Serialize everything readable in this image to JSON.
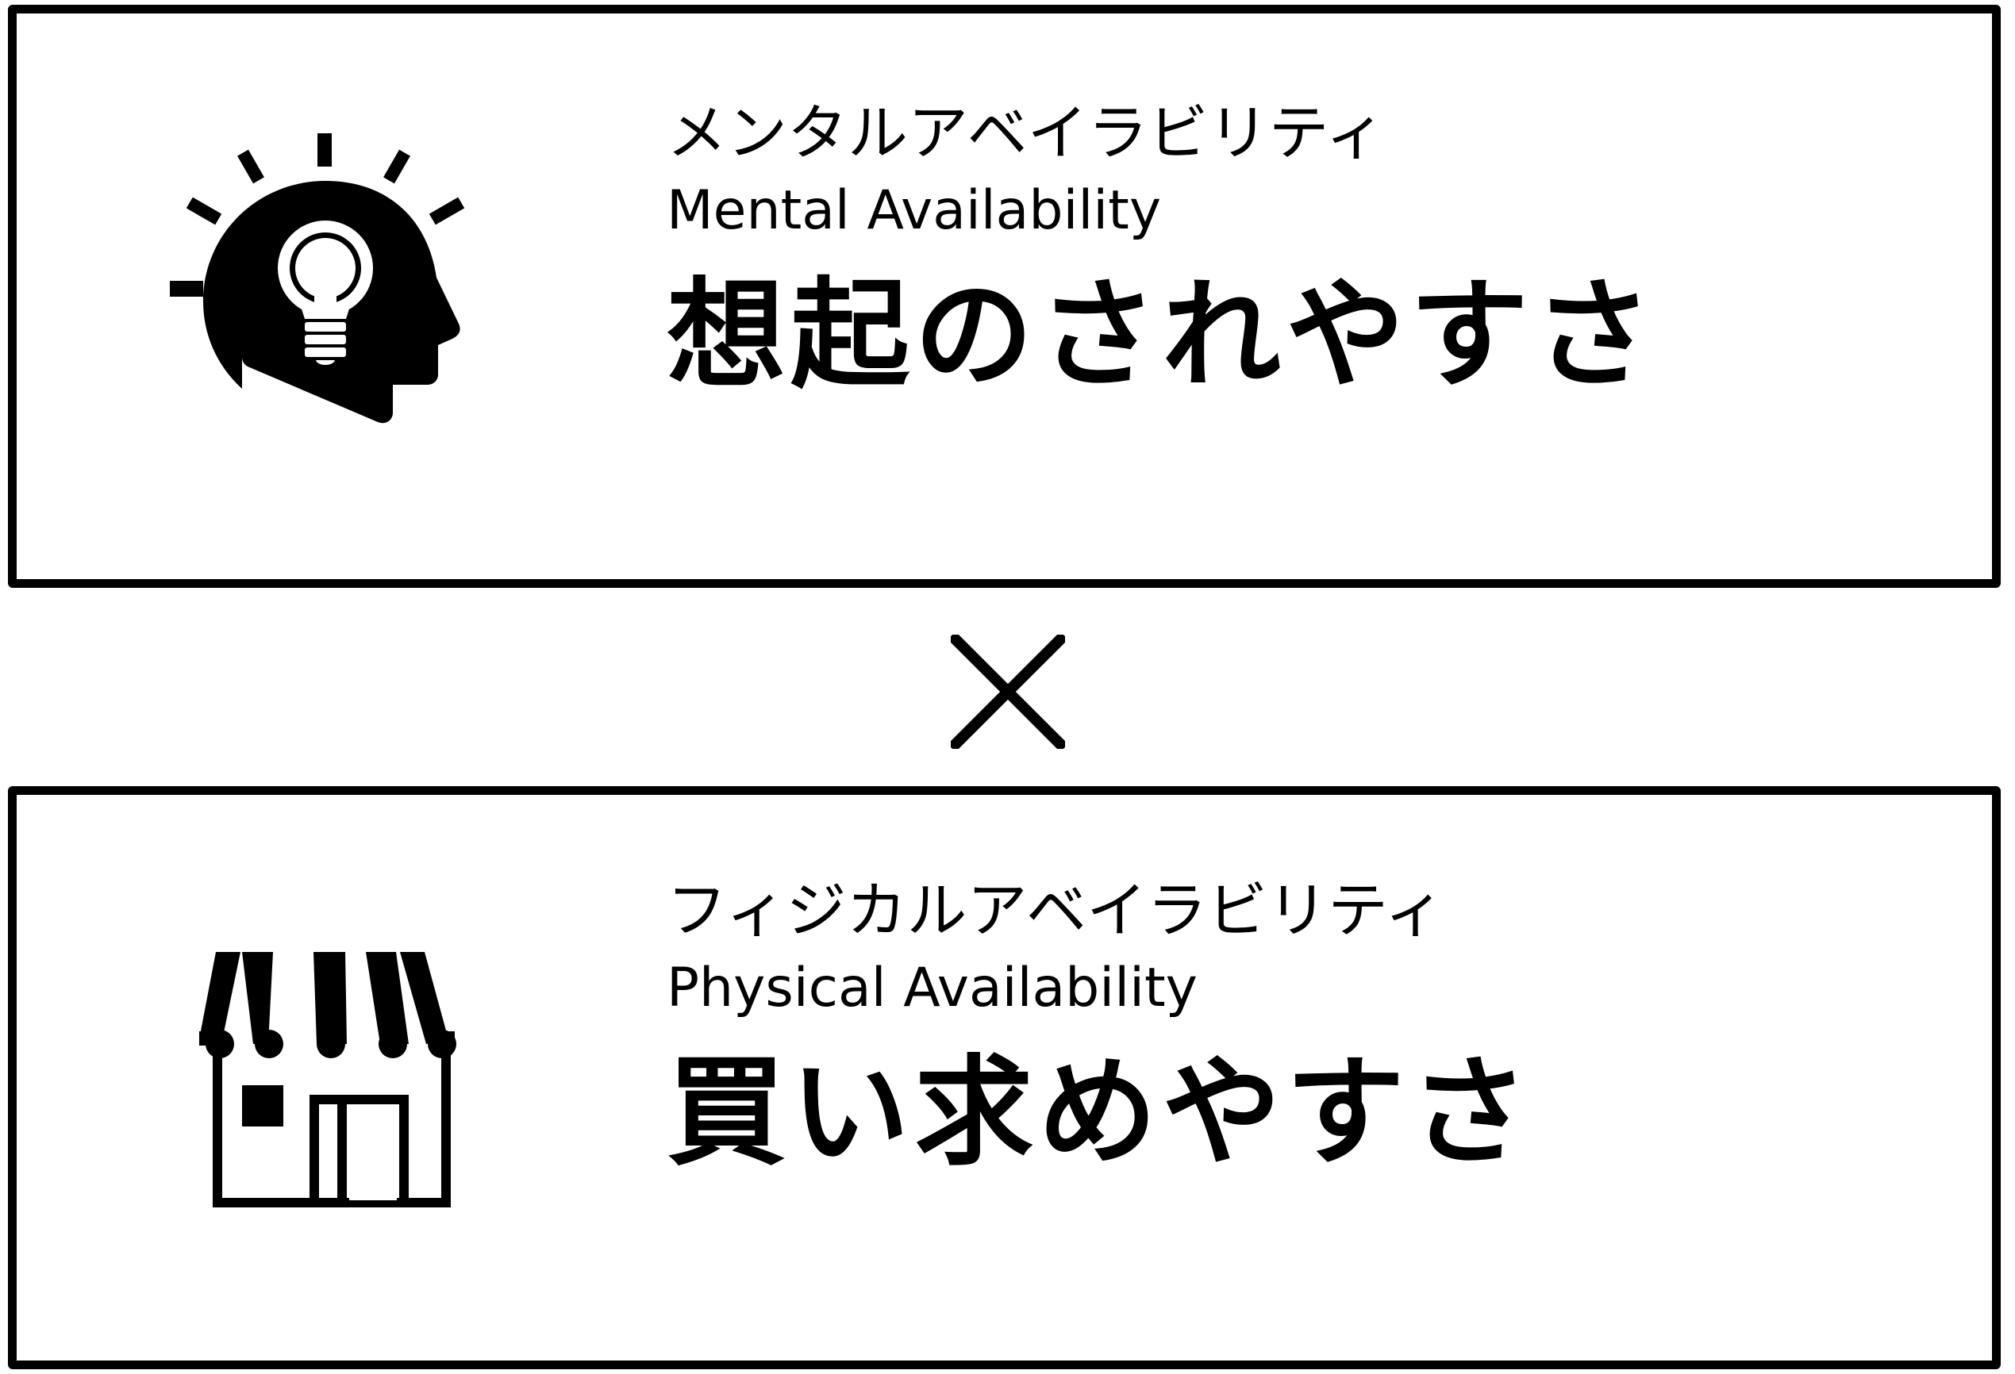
{
  "mental": {
    "kana": "メンタルアベイラビリティ",
    "english": "Mental Availability",
    "japanese": "想起のされやすさ",
    "icon": "lightbulb-head-icon"
  },
  "operator": {
    "symbol": "×",
    "icon": "times-icon"
  },
  "physical": {
    "kana": "フィジカルアベイラビリティ",
    "english": "Physical Availability",
    "japanese": "買い求めやすさ",
    "icon": "storefront-icon"
  },
  "colors": {
    "ink": "#000000",
    "background": "#ffffff"
  }
}
